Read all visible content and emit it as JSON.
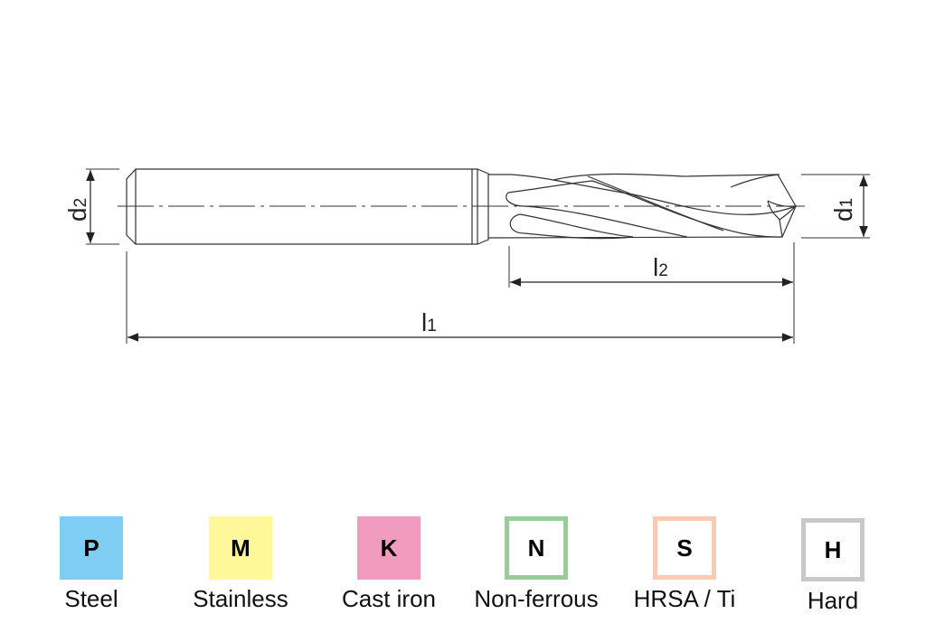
{
  "dimensions": {
    "d2": {
      "main": "d",
      "sub": "2"
    },
    "d1": {
      "main": "d",
      "sub": "1"
    },
    "l2": {
      "main": "l",
      "sub": "2"
    },
    "l1": {
      "main": "l",
      "sub": "1"
    }
  },
  "materials": [
    {
      "code": "P",
      "label": "Steel",
      "color": "#7fcdf2",
      "style": "filled"
    },
    {
      "code": "M",
      "label": "Stainless",
      "color": "#fff799",
      "style": "filled"
    },
    {
      "code": "K",
      "label": "Cast iron",
      "color": "#f29bc1",
      "style": "filled"
    },
    {
      "code": "N",
      "label": "Non-ferrous",
      "color": "#99cc99",
      "style": "outline"
    },
    {
      "code": "S",
      "label": "HRSA / Ti",
      "color": "#f9cbb3",
      "style": "outline"
    },
    {
      "code": "H",
      "label": "Hard",
      "color": "#c8c8c8",
      "style": "outline"
    }
  ]
}
